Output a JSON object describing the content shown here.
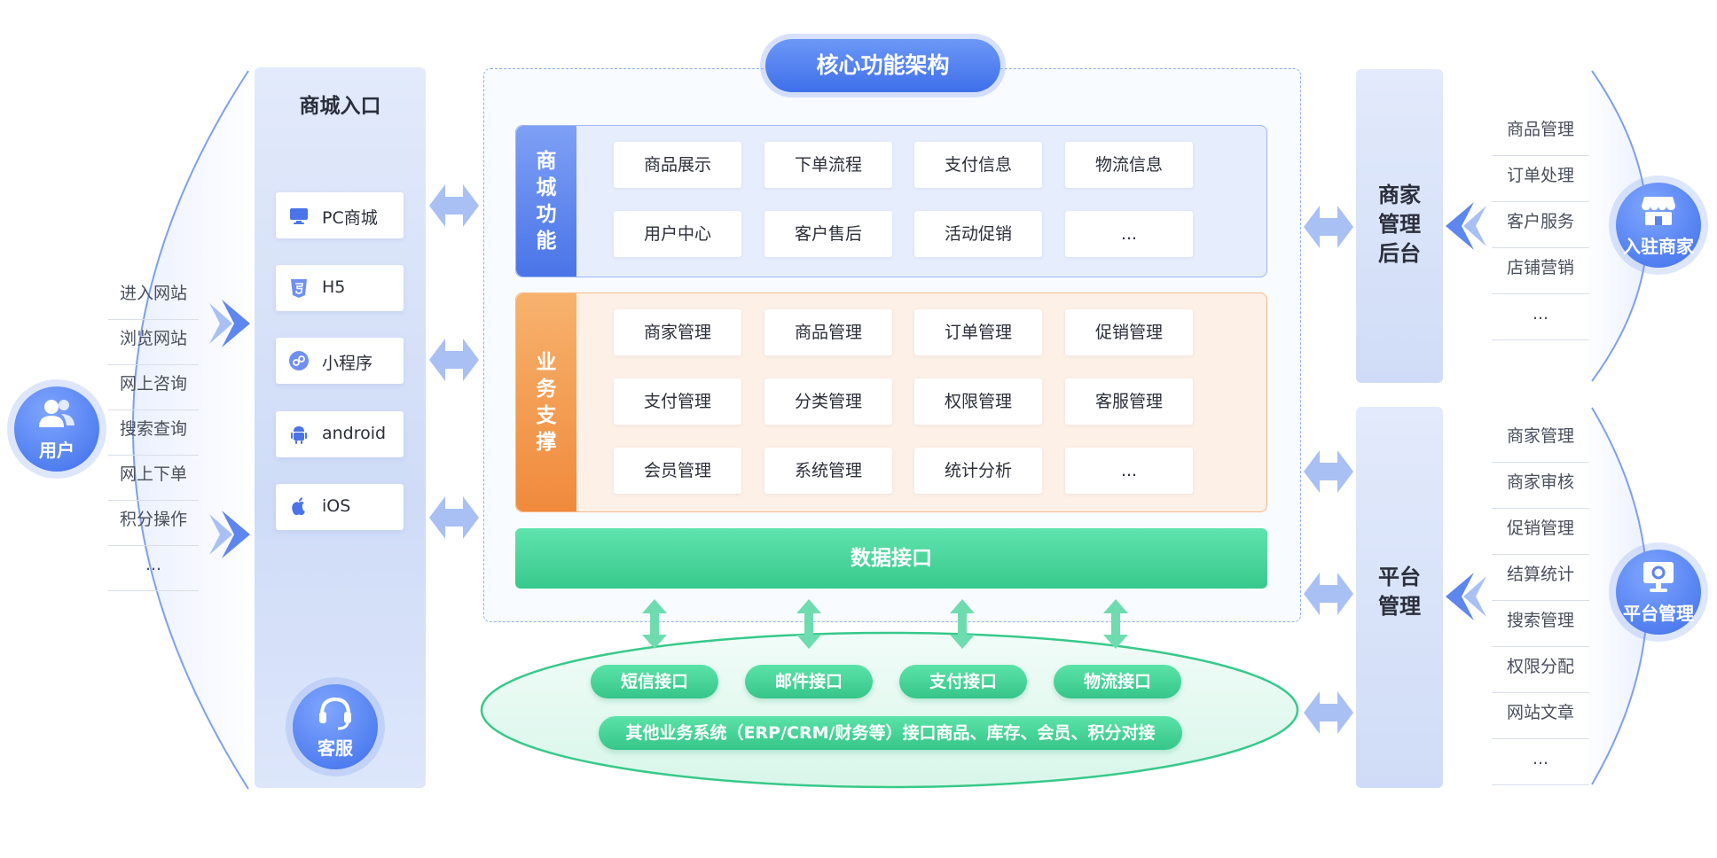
{
  "colors": {
    "primary_blue": "#4a74e8",
    "orange": "#f08a3c",
    "green": "#38c98c"
  },
  "user": {
    "label": "用户",
    "icon": "users-icon",
    "actions": [
      "进入网站",
      "浏览网站",
      "网上咨询",
      "搜索查询",
      "网上下单",
      "积分操作",
      "..."
    ]
  },
  "mall_entry": {
    "title": "商城入口",
    "channels": [
      {
        "label": "PC商城",
        "icon": "monitor-icon"
      },
      {
        "label": "H5",
        "icon": "html5-icon"
      },
      {
        "label": "小程序",
        "icon": "mini-program-icon"
      },
      {
        "label": "android",
        "icon": "android-icon"
      },
      {
        "label": "iOS",
        "icon": "apple-icon"
      }
    ],
    "service": {
      "label": "客服",
      "icon": "headset-icon"
    }
  },
  "core": {
    "title": "核心功能架构",
    "mall_functions": {
      "label": "商城功能",
      "items": [
        "商品展示",
        "下单流程",
        "支付信息",
        "物流信息",
        "用户中心",
        "客户售后",
        "活动促销",
        "..."
      ]
    },
    "business_support": {
      "label": "业务支撑",
      "items": [
        "商家管理",
        "商品管理",
        "订单管理",
        "促销管理",
        "支付管理",
        "分类管理",
        "权限管理",
        "客服管理",
        "会员管理",
        "系统管理",
        "统计分析",
        "..."
      ]
    },
    "data_interface": "数据接口"
  },
  "interfaces": {
    "items": [
      "短信接口",
      "邮件接口",
      "支付接口",
      "物流接口"
    ],
    "other": "其他业务系统（ERP/CRM/财务等）接口商品、库存、会员、积分对接"
  },
  "merchant_backend": {
    "title": "商家管理后台",
    "items": [
      "商品管理",
      "订单处理",
      "客户服务",
      "店铺营销",
      "..."
    ],
    "role": {
      "label": "入驻商家",
      "icon": "store-icon"
    }
  },
  "platform_admin": {
    "title": "平台管理",
    "items": [
      "商家管理",
      "商家审核",
      "促销管理",
      "结算统计",
      "搜索管理",
      "权限分配",
      "网站文章",
      "..."
    ],
    "role": {
      "label": "平台管理",
      "icon": "admin-monitor-icon"
    }
  }
}
